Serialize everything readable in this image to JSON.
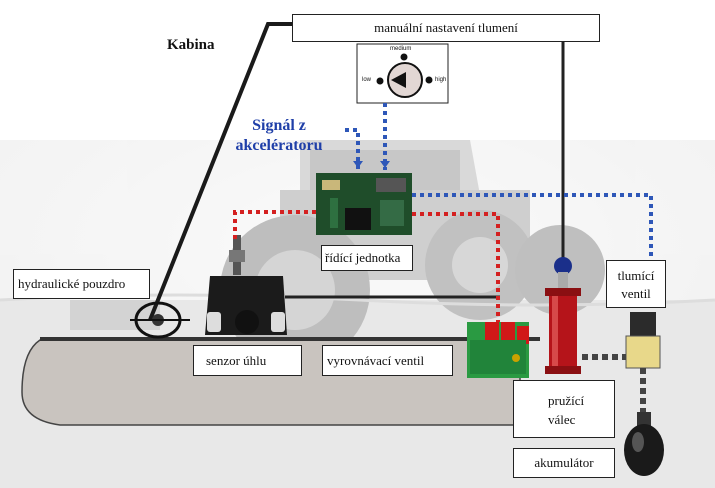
{
  "labels": {
    "manual_setting": "manuální nastavení tlumení",
    "cabin": "Kabina",
    "accel_signal_line1": "Signál z",
    "accel_signal_line2": "akcelératoru",
    "control_unit": "řídící jednotka",
    "hydraulic_housing": "hydraulické pouzdro",
    "angle_sensor": "senzor úhlu",
    "leveling_valve": "vyrovnávací ventil",
    "damping_valve_line1": "tlumící",
    "damping_valve_line2": "ventil",
    "spring_cylinder_line1": "pružící",
    "spring_cylinder_line2": "válec",
    "accumulator": "akumulátor"
  },
  "knob": {
    "low": "low",
    "medium": "medium",
    "high": "high"
  },
  "colors": {
    "signal_blue": "#2e57b8",
    "signal_red": "#d42020",
    "heading_blue": "#1f3fa8",
    "cylinder_red": "#b5141a",
    "valve_green": "#1f8a3a",
    "frame_gray": "#cfcac6",
    "link_black": "#1a1a1a"
  }
}
